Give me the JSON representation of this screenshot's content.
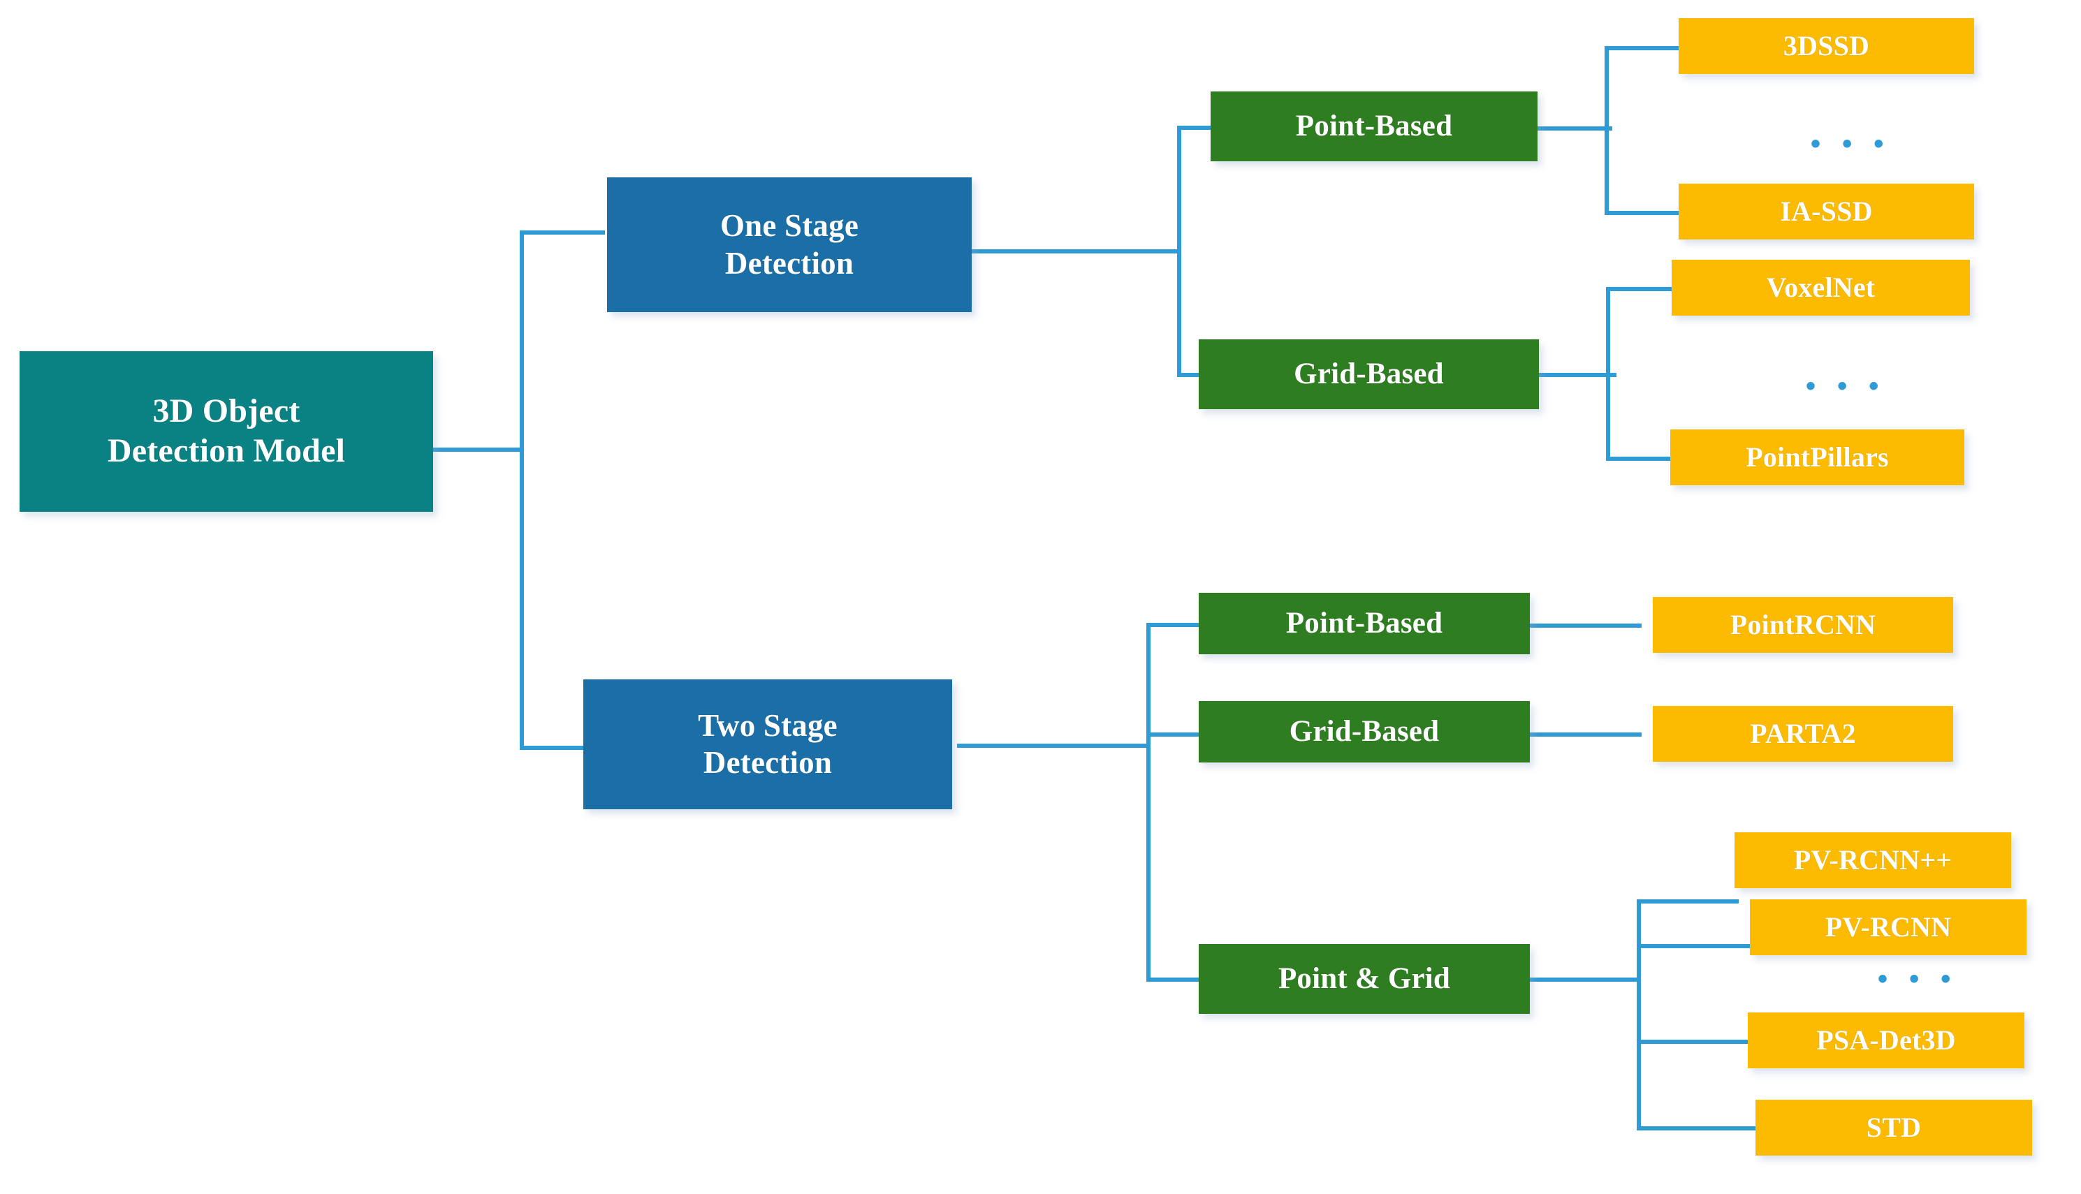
{
  "diagram": {
    "title": "3D Object Detection Model taxonomy",
    "type": "tree",
    "orientation": "left-to-right",
    "colors": {
      "root": "#0a8183",
      "stage": "#1b6fa6",
      "category": "#2e7d21",
      "leaf": "#fcba00",
      "edge": "#2e9bd6",
      "text": "#ffffff",
      "background": "#ffffff"
    },
    "root": {
      "label": "3D Object\nDetection Model"
    },
    "stages": [
      {
        "id": "one-stage",
        "label": "One Stage\nDetection",
        "categories": [
          {
            "id": "one-stage-point-based",
            "label": "Point-Based",
            "models": [
              "3DSSD",
              "IA-SSD"
            ],
            "ellipsis": "• • •"
          },
          {
            "id": "one-stage-grid-based",
            "label": "Grid-Based",
            "models": [
              "VoxelNet",
              "PointPillars"
            ],
            "ellipsis": "• • •"
          }
        ]
      },
      {
        "id": "two-stage",
        "label": "Two Stage\nDetection",
        "categories": [
          {
            "id": "two-stage-point-based",
            "label": "Point-Based",
            "models": [
              "PointRCNN"
            ],
            "ellipsis": ""
          },
          {
            "id": "two-stage-grid-based",
            "label": "Grid-Based",
            "models": [
              "PARTA2"
            ],
            "ellipsis": ""
          },
          {
            "id": "two-stage-point-and-grid",
            "label": "Point & Grid",
            "models": [
              "PV-RCNN++",
              "PV-RCNN",
              "PSA-Det3D",
              "STD"
            ],
            "ellipsis": "• • •"
          }
        ]
      }
    ],
    "labels": {
      "root": "3D Object\nDetection Model",
      "one_stage": "One Stage\nDetection",
      "two_stage": "Two Stage\nDetection",
      "point_based_1": "Point-Based",
      "grid_based_1": "Grid-Based",
      "point_based_2": "Point-Based",
      "grid_based_2": "Grid-Based",
      "point_and_grid": "Point & Grid",
      "m_3dssd": "3DSSD",
      "m_iassd": "IA-SSD",
      "m_voxelnet": "VoxelNet",
      "m_pointpillars": "PointPillars",
      "m_pointrcnn": "PointRCNN",
      "m_parta2": "PARTA2",
      "m_pvrcnnpp": "PV-RCNN++",
      "m_pvrcnn": "PV-RCNN",
      "m_psadet3d": "PSA-Det3D",
      "m_std": "STD",
      "dots_1": "• • •",
      "dots_2": "• • •",
      "dots_3": "• • •"
    }
  }
}
